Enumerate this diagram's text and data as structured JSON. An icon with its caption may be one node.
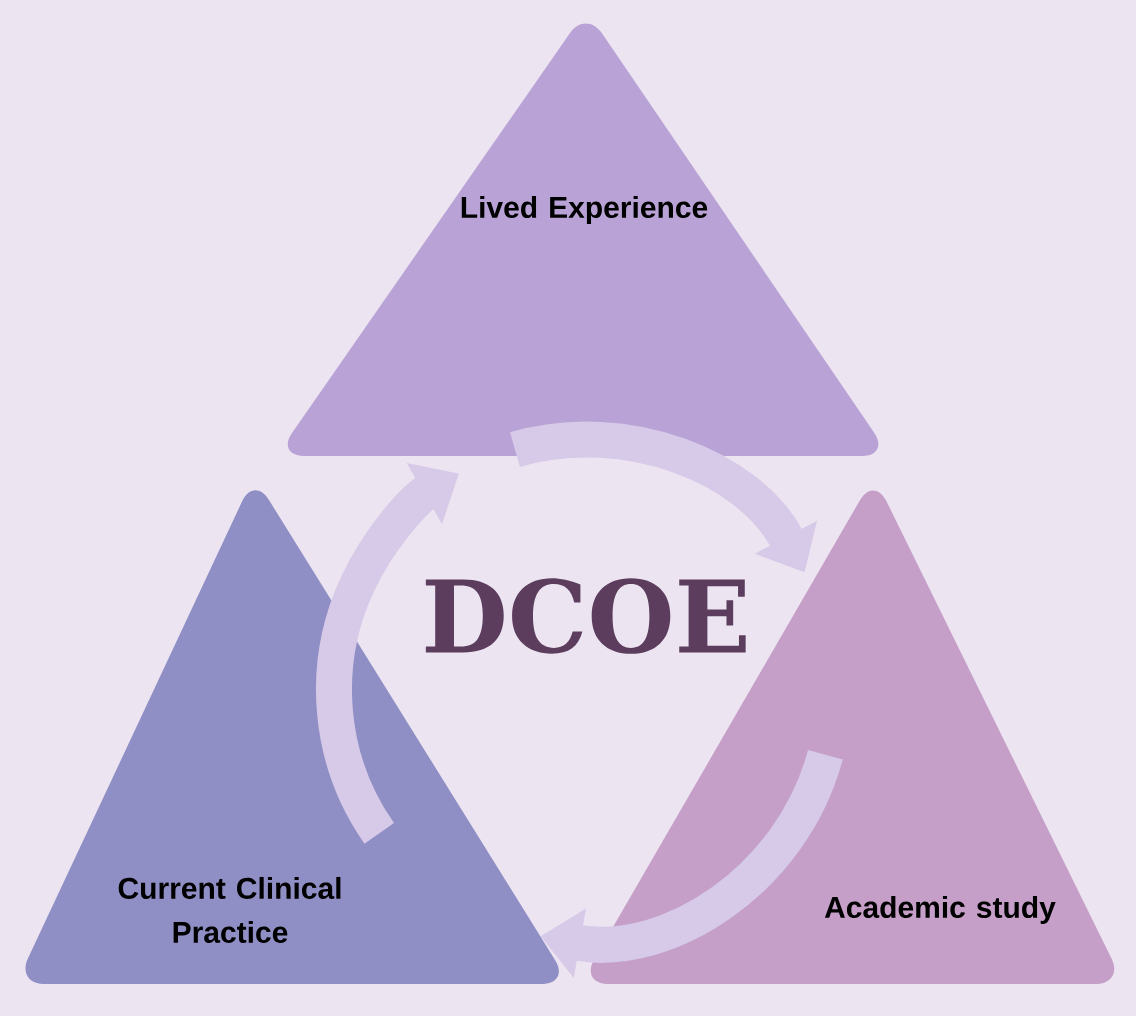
{
  "diagram": {
    "nodes": [
      {
        "text": [
          "Lived Experience"
        ]
      },
      {
        "text": [
          "DCOE"
        ]
      },
      {
        "text": [
          "Current  Clinical Practice"
        ]
      },
      {
        "text": [
          "Academic study"
        ]
      }
    ],
    "edges": [
      {
        "from": 0,
        "to": 3,
        "arrow": "to"
      },
      {
        "from": 3,
        "to": 2,
        "arrow": "to"
      },
      {
        "from": 2,
        "to": 0,
        "arrow": "to"
      }
    ]
  }
}
